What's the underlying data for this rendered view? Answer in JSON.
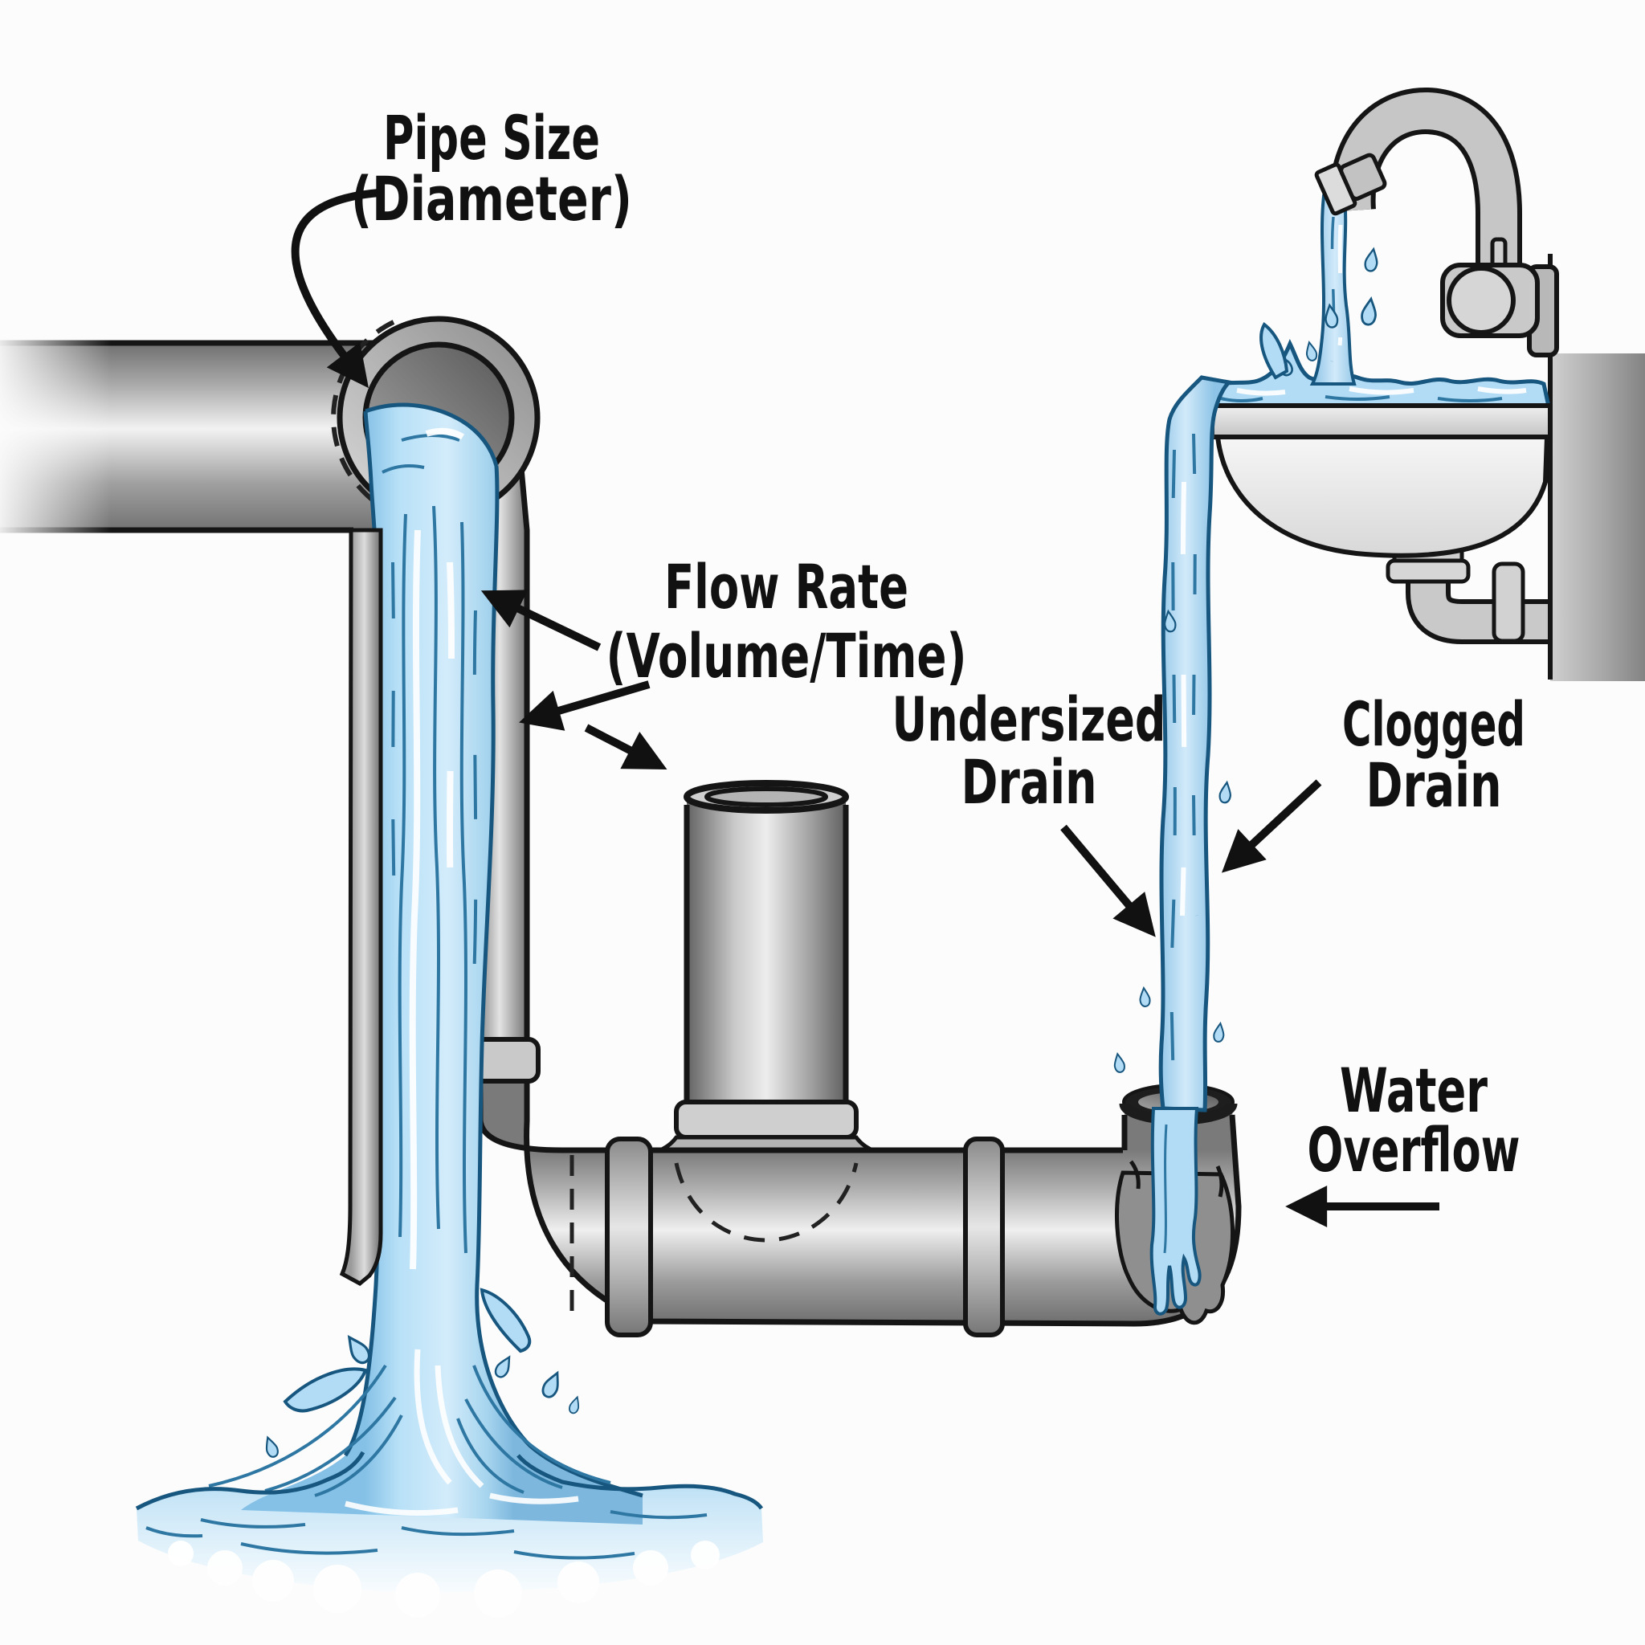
{
  "diagram": {
    "labels": {
      "pipe_size": {
        "line1": "Pipe Size",
        "line2": "(Diameter)"
      },
      "flow_rate": {
        "line1": "Flow Rate",
        "line2": "(Volume/Time)"
      },
      "undersized_drain": {
        "line1": "Undersized",
        "line2": "Drain"
      },
      "clogged_drain": {
        "line1": "Clogged",
        "line2": "Drain"
      },
      "water_overflow": {
        "line1": "Water",
        "line2": "Overflow"
      }
    },
    "colors": {
      "label_text": "#111111",
      "arrow": "#111111",
      "outline": "#151515",
      "water_fill": "#b2dcf5",
      "water_stroke": "#1a5a82",
      "pipe_light": "#f2f2f2",
      "pipe_dark": "#6e6e6e",
      "background": "#fcfcfc"
    }
  }
}
